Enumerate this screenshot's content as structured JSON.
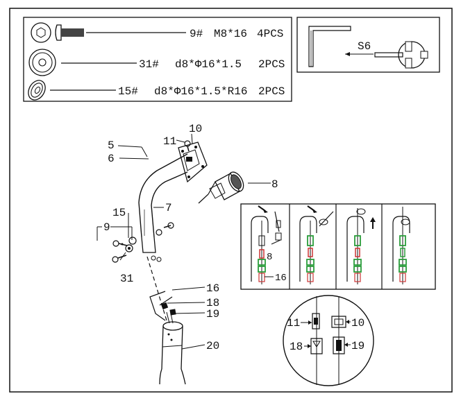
{
  "parts_table": {
    "rows": [
      {
        "id": "9#",
        "spec": "M8*16",
        "qty": "4PCS",
        "icon": "button-head-bolt-icon"
      },
      {
        "id": "31#",
        "spec": "d8*Φ16*1.5",
        "qty": "2PCS",
        "icon": "flat-washer-icon"
      },
      {
        "id": "15#",
        "spec": "d8*Φ16*1.5*R16",
        "qty": "2PCS",
        "icon": "curved-washer-icon"
      }
    ]
  },
  "tool_box": {
    "tool_label": "S6",
    "icons": [
      "allen-key-icon",
      "wrench-icon"
    ]
  },
  "main_labels": {
    "l5": "5",
    "l6": "6",
    "l7": "7",
    "l8": "8",
    "l9": "9",
    "l10": "10",
    "l11": "11",
    "l15": "15",
    "l16": "16",
    "l18": "18",
    "l19": "19",
    "l20": "20",
    "l31": "31"
  },
  "step_panel": {
    "l8": "8",
    "l16": "16",
    "steps": 4
  },
  "detail_circle": {
    "l10": "10",
    "l11": "11",
    "l18": "18",
    "l19": "19"
  }
}
